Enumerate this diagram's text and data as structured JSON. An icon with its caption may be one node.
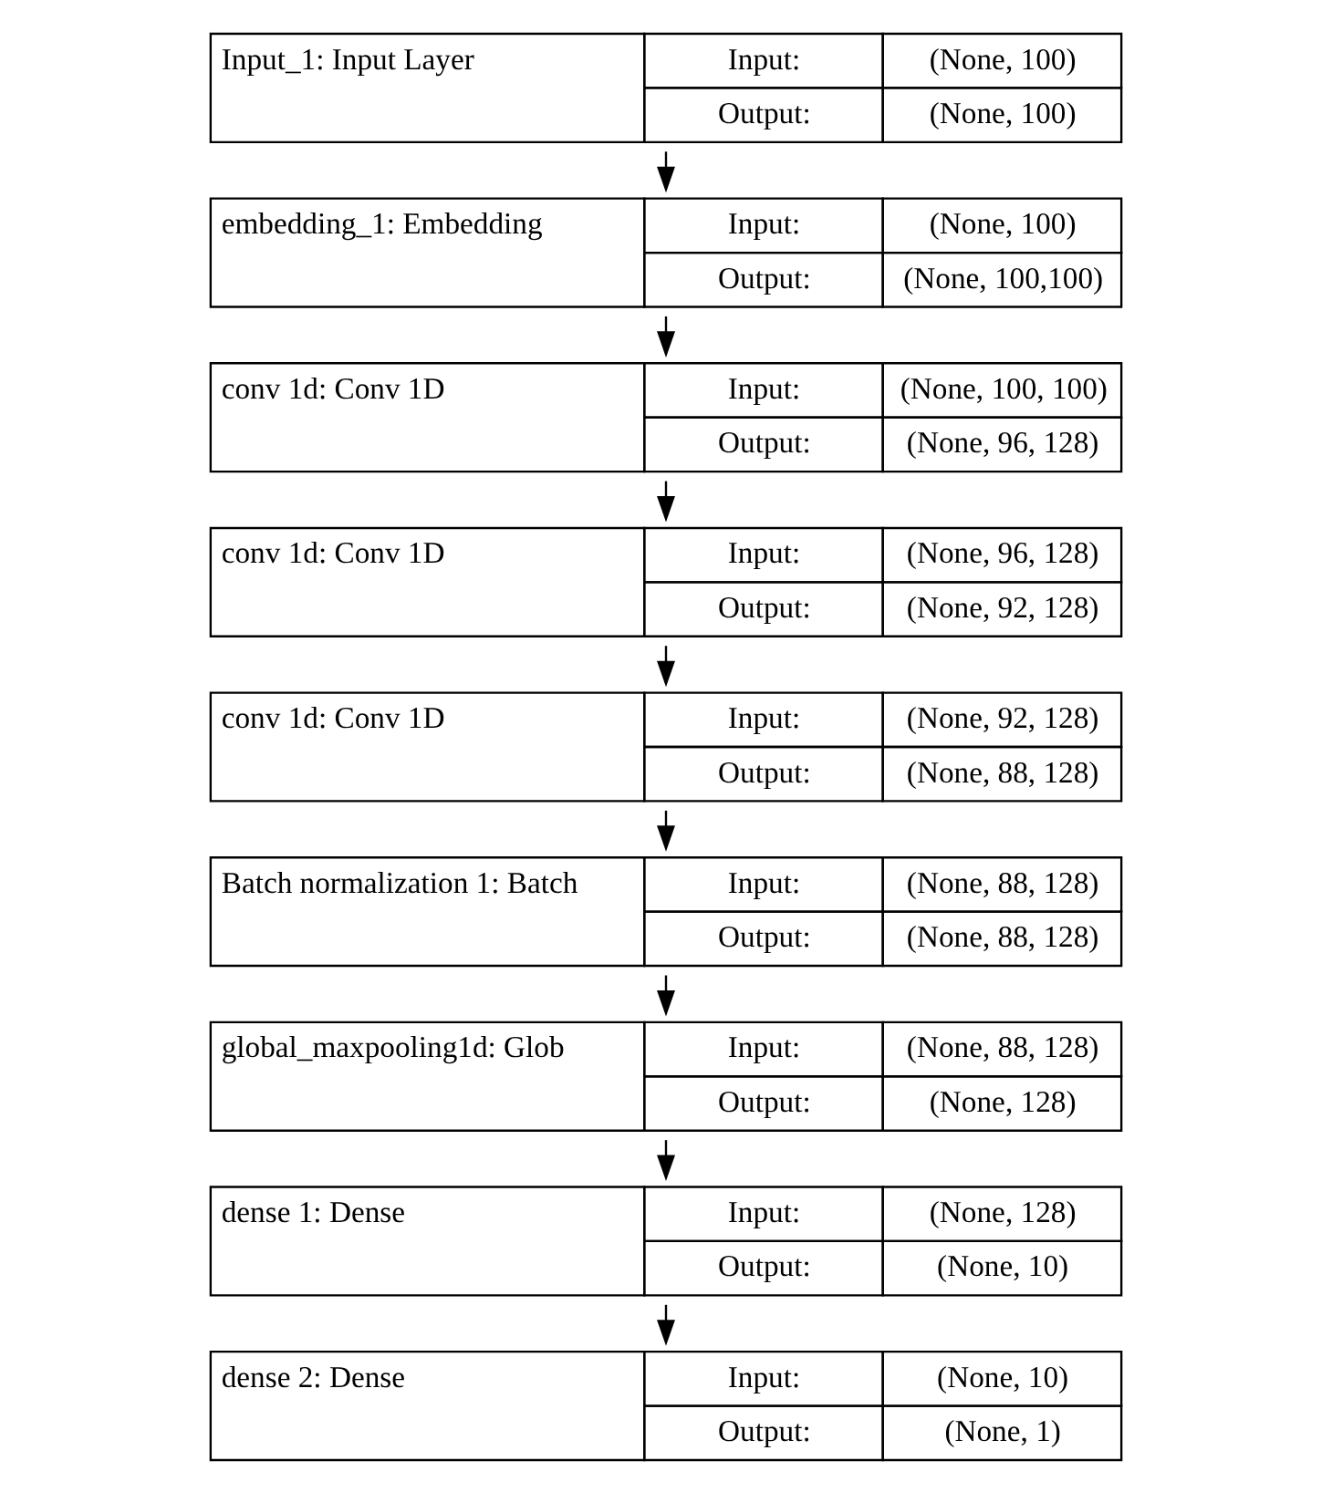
{
  "diagram": {
    "nodes": [
      {
        "text": [
          "Input_1: Input Layer",
          "Input:",
          "(None, 100)",
          "Output:",
          "(None, 100)"
        ]
      },
      {
        "text": [
          "embedding_1: Embedding",
          "Input:",
          "(None, 100)",
          "Output:",
          "(None, 100,100)"
        ]
      },
      {
        "text": [
          "conv 1d: Conv 1D",
          "Input:",
          "(None, 100, 100)",
          "Output:",
          "(None, 96, 128)"
        ]
      },
      {
        "text": [
          "conv 1d: Conv 1D",
          "Input:",
          "(None, 96, 128)",
          "Output:",
          "(None, 92, 128)"
        ]
      },
      {
        "text": [
          "conv 1d: Conv 1D",
          "Input:",
          "(None, 92, 128)",
          "Output:",
          "(None, 88, 128)"
        ]
      },
      {
        "text": [
          "Batch normalization 1: Batch",
          "Input:",
          "(None, 88, 128)",
          "Output:",
          "(None, 88, 128)"
        ]
      },
      {
        "text": [
          "global_maxpooling1d: Glob",
          "Input:",
          "(None, 88, 128)",
          "Output:",
          "(None, 128)"
        ]
      },
      {
        "text": [
          "dense 1: Dense",
          "Input:",
          "(None, 128)",
          "Output:",
          "(None, 10)"
        ]
      },
      {
        "text": [
          "dense 2: Dense",
          "Input:",
          "(None, 10)",
          "Output:",
          "(None, 1)"
        ]
      }
    ],
    "edges": [
      {
        "from": 0,
        "to": 1,
        "arrow": "to"
      },
      {
        "from": 1,
        "to": 2,
        "arrow": "to"
      },
      {
        "from": 2,
        "to": 3,
        "arrow": "to"
      },
      {
        "from": 3,
        "to": 4,
        "arrow": "to"
      },
      {
        "from": 4,
        "to": 5,
        "arrow": "to"
      },
      {
        "from": 5,
        "to": 6,
        "arrow": "to"
      },
      {
        "from": 6,
        "to": 7,
        "arrow": "to"
      },
      {
        "from": 7,
        "to": 8,
        "arrow": "to"
      }
    ]
  }
}
